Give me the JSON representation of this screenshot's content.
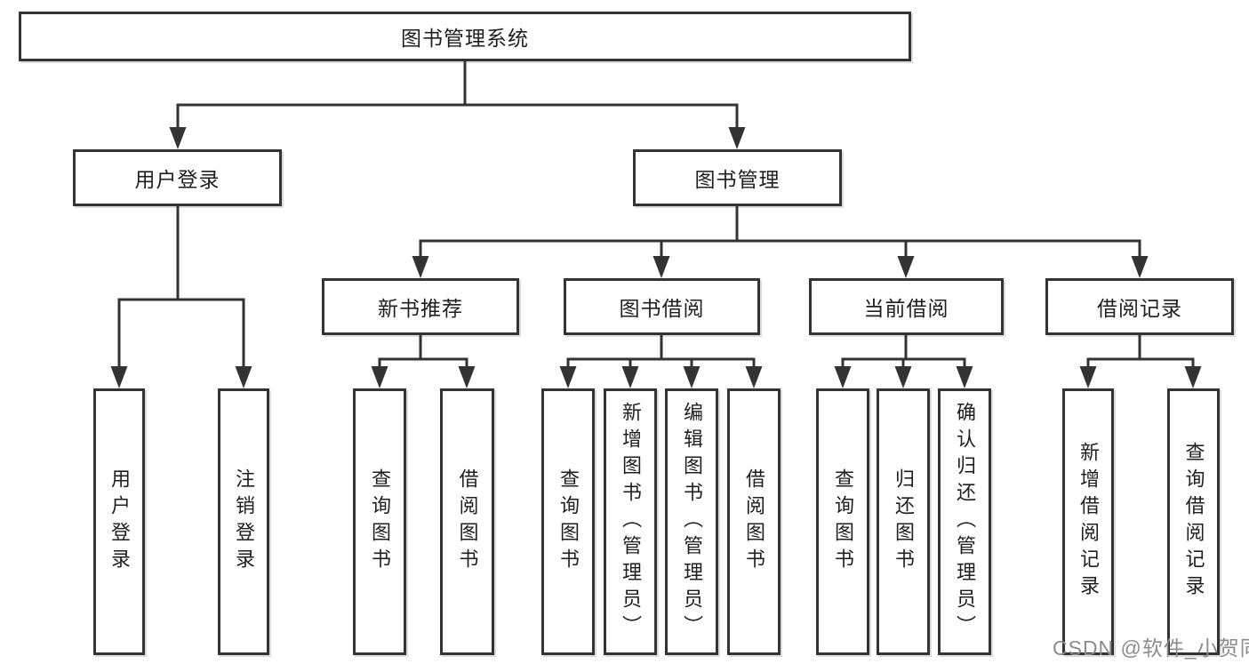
{
  "diagram": {
    "root": {
      "label": "图书管理系统"
    },
    "branches": [
      {
        "label": "用户登录",
        "children": [
          {
            "label": "用户登录"
          },
          {
            "label": "注销登录"
          }
        ]
      },
      {
        "label": "图书管理",
        "children": [
          {
            "label": "新书推荐",
            "children": [
              {
                "label": "查询图书"
              },
              {
                "label": "借阅图书"
              }
            ]
          },
          {
            "label": "图书借阅",
            "children": [
              {
                "label": "查询图书"
              },
              {
                "label": "新增图书（管理员）"
              },
              {
                "label": "编辑图书（管理员）"
              },
              {
                "label": "借阅图书"
              }
            ]
          },
          {
            "label": "当前借阅",
            "children": [
              {
                "label": "查询图书"
              },
              {
                "label": "归还图书"
              },
              {
                "label": "确认归还（管理员）"
              }
            ]
          },
          {
            "label": "借阅记录",
            "children": [
              {
                "label": "新增借阅记录"
              },
              {
                "label": "查询借阅记录"
              }
            ]
          }
        ]
      }
    ]
  },
  "watermark": {
    "text": "CSDN @软件_小贺同学"
  },
  "colors": {
    "line": "#333333",
    "text": "#1f1f1f",
    "box_background": "#ffffff",
    "watermark": "#8c8c8c",
    "background": "#ffffff"
  }
}
